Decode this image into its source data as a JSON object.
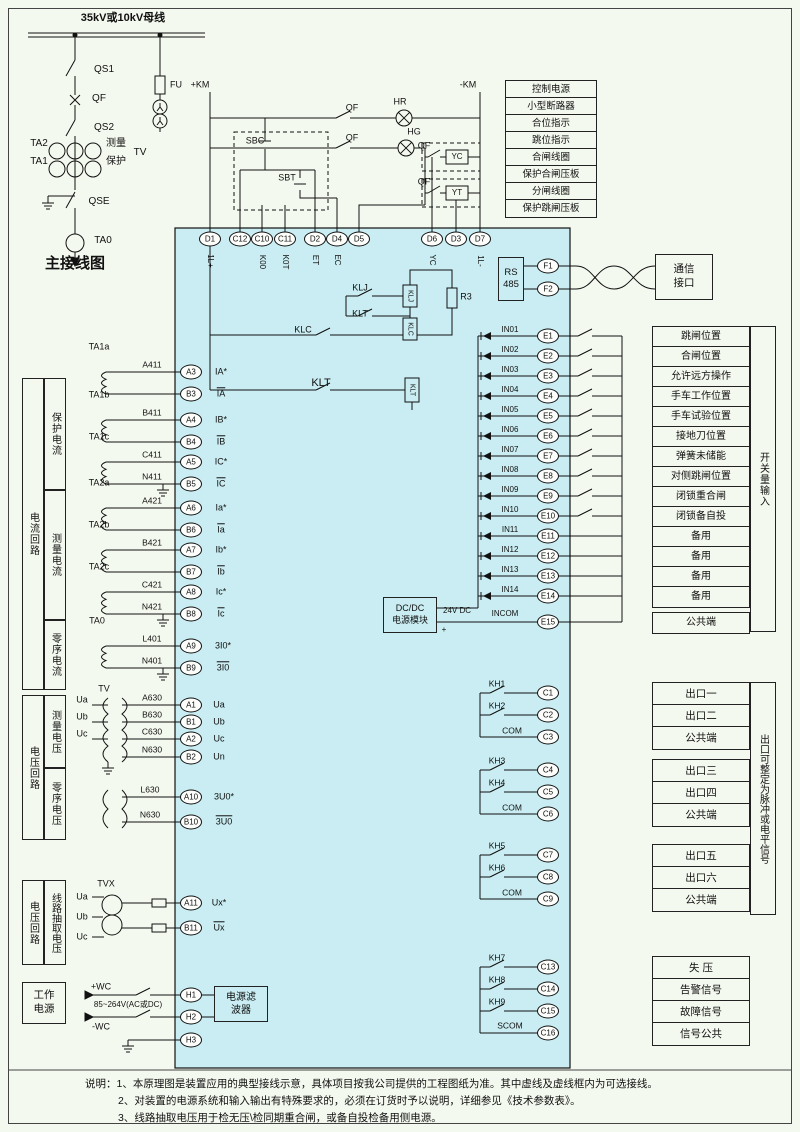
{
  "colors": {
    "page_bg": "#f4f9ef",
    "device_bg": "#c9edf2",
    "line": "#111111"
  },
  "main_diagram": {
    "bus": "35kV或10kV母线",
    "qs1": "QS1",
    "qf": "QF",
    "qs2": "QS2",
    "ta2": "TA2",
    "ta1": "TA1",
    "measure": "测量",
    "protect": "保护",
    "tv": "TV",
    "qse": "QSE",
    "ta0": "TA0",
    "title": "主接线图"
  },
  "control": {
    "fu": "FU",
    "km_plus": "+KM",
    "km_minus": "-KM",
    "qf_row1": "QF",
    "hr": "HR",
    "qf_row2": "QF",
    "hg": "HG",
    "sbc": "SBC",
    "sbt": "SBT",
    "qf_yc": "QF",
    "yc": "YC",
    "qf_yt": "QF",
    "yt": "YT",
    "terminals": {
      "d1": "D1",
      "c12": "C12",
      "c10": "C10",
      "c11": "C11",
      "d2": "D2",
      "d4": "D4",
      "d5": "D5",
      "d6": "D6",
      "d3": "D3",
      "d7": "D7"
    },
    "wire_marks": {
      "l1p": "1L+",
      "k00": "K00",
      "k0t": "K0T",
      "et": "ET",
      "ec": "EC",
      "yc": "YC",
      "l1m": "1L-"
    }
  },
  "legend_top": [
    "控制电源",
    "小型断路器",
    "合位指示",
    "跳位指示",
    "合闸线圈",
    "保护合闸压板",
    "分闸线圈",
    "保护跳闸压板"
  ],
  "comm": {
    "rs": "RS",
    "n485": "485",
    "f1": "F1",
    "f2": "F2",
    "label": "通信接口"
  },
  "relays": {
    "klj_c": "KLJ",
    "klj": "KLJ",
    "klt_c": "KLT",
    "klc": "KLC",
    "klc_c": "KLC",
    "klt_label": "KLT",
    "klt": "KLT",
    "r3": "R3"
  },
  "di": {
    "rows": [
      {
        "in": "IN01",
        "t": "E1",
        "label": "跳闸位置"
      },
      {
        "in": "IN02",
        "t": "E2",
        "label": "合闸位置"
      },
      {
        "in": "IN03",
        "t": "E3",
        "label": "允许远方操作"
      },
      {
        "in": "IN04",
        "t": "E4",
        "label": "手车工作位置"
      },
      {
        "in": "IN05",
        "t": "E5",
        "label": "手车试验位置"
      },
      {
        "in": "IN06",
        "t": "E6",
        "label": "接地刀位置"
      },
      {
        "in": "IN07",
        "t": "E7",
        "label": "弹簧未储能"
      },
      {
        "in": "IN08",
        "t": "E8",
        "label": "对侧跳闸位置"
      },
      {
        "in": "IN09",
        "t": "E9",
        "label": "闭锁重合闸"
      },
      {
        "in": "IN10",
        "t": "E10",
        "label": "闭锁备自投"
      },
      {
        "in": "IN11",
        "t": "E11",
        "label": "备用"
      },
      {
        "in": "IN12",
        "t": "E12",
        "label": "备用"
      },
      {
        "in": "IN13",
        "t": "E13",
        "label": "备用"
      },
      {
        "in": "IN14",
        "t": "E14",
        "label": "备用"
      }
    ],
    "incom": "INCOM",
    "e15": "E15",
    "common": "公共端",
    "side": "开关量输入",
    "m1": "DC/DC",
    "m2": "电源模块",
    "v24": "24V DC",
    "plus": "+"
  },
  "ct": {
    "group_outer": "电流回路",
    "g_prot": "保护电流",
    "g_meas": "测量电流",
    "g_zero": "零序电流",
    "rows": [
      {
        "ta": "TA1a",
        "w1": "A411",
        "w2": "",
        "t1": "A3",
        "t2": "B3",
        "s1": "IA*",
        "s2": "IA"
      },
      {
        "ta": "TA1b",
        "w1": "B411",
        "w2": "",
        "t1": "A4",
        "t2": "B4",
        "s1": "IB*",
        "s2": "IB"
      },
      {
        "ta": "TA1c",
        "w1": "C411",
        "w2": "N411",
        "t1": "A5",
        "t2": "B5",
        "s1": "IC*",
        "s2": "IC"
      },
      {
        "ta": "TA2a",
        "w1": "A421",
        "w2": "",
        "t1": "A6",
        "t2": "B6",
        "s1": "Ia*",
        "s2": "Ia"
      },
      {
        "ta": "TA2b",
        "w1": "B421",
        "w2": "",
        "t1": "A7",
        "t2": "B7",
        "s1": "Ib*",
        "s2": "Ib"
      },
      {
        "ta": "TA2c",
        "w1": "C421",
        "w2": "N421",
        "t1": "A8",
        "t2": "B8",
        "s1": "Ic*",
        "s2": "Ic"
      },
      {
        "ta": "TA0",
        "w1": "L401",
        "w2": "N401",
        "t1": "A9",
        "t2": "B9",
        "s1": "3I0*",
        "s2": "3I0"
      }
    ]
  },
  "vt": {
    "group_outer": "电压回路",
    "g_meas": "测量电压",
    "g_zero": "零序电压",
    "tv": "TV",
    "ua": "Ua",
    "ub": "Ub",
    "uc": "Uc",
    "rows": [
      {
        "w": "A630",
        "t": "A1",
        "s": "Ua"
      },
      {
        "w": "B630",
        "t": "B1",
        "s": "Ub"
      },
      {
        "w": "C630",
        "t": "A2",
        "s": "Uc"
      },
      {
        "w": "N630",
        "t": "B2",
        "s": "Un"
      }
    ],
    "zrows": [
      {
        "w": "L630",
        "t": "A10",
        "s": "3U0*"
      },
      {
        "w": "N630",
        "t": "B10",
        "s": "3U0"
      }
    ]
  },
  "lv": {
    "group_outer": "电压回路",
    "g": "线路抽取电压",
    "tvx": "TVX",
    "ua": "Ua",
    "ub": "Ub",
    "uc": "Uc",
    "rows": [
      {
        "t": "A11",
        "s": "Ux*"
      },
      {
        "t": "B11",
        "s": "Ux"
      }
    ]
  },
  "pw": {
    "group": "工作电源",
    "wc_p": "+WC",
    "range": "85~264V(AC或DC)",
    "wc_m": "-WC",
    "h1": "H1",
    "h2": "H2",
    "h3": "H3",
    "filter": "电源滤波器"
  },
  "out": {
    "g1": {
      "rows": [
        {
          "k": "KH1",
          "t": "C1",
          "label": "出口一"
        },
        {
          "k": "KH2",
          "t": "C2",
          "label": "出口二"
        },
        {
          "k": "COM",
          "t": "C3",
          "label": "公共端"
        }
      ]
    },
    "g2": {
      "rows": [
        {
          "k": "KH3",
          "t": "C4",
          "label": "出口三"
        },
        {
          "k": "KH4",
          "t": "C5",
          "label": "出口四"
        },
        {
          "k": "COM",
          "t": "C6",
          "label": "公共端"
        }
      ]
    },
    "g3": {
      "rows": [
        {
          "k": "KH5",
          "t": "C7",
          "label": "出口五"
        },
        {
          "k": "KH6",
          "t": "C8",
          "label": "出口六"
        },
        {
          "k": "COM",
          "t": "C9",
          "label": "公共端"
        }
      ]
    },
    "side": "出口可整定为脉冲或电平信号",
    "g4": {
      "rows": [
        {
          "k": "KH7",
          "t": "C13",
          "label": "失  压"
        },
        {
          "k": "KH8",
          "t": "C14",
          "label": "告警信号"
        },
        {
          "k": "KH9",
          "t": "C15",
          "label": "故障信号"
        },
        {
          "k": "SCOM",
          "t": "C16",
          "label": "信号公共"
        }
      ]
    }
  },
  "notes": {
    "l1": "说明：1、本原理图是装置应用的典型接线示意，具体项目按我公司提供的工程图纸为准。其中虚线及虚线框内为可选接线。",
    "l2": "2、对装置的电源系统和输入输出有特殊要求的，必须在订货时予以说明，详细参见《技术参数表》。",
    "l3": "3、线路抽取电压用于检无压\\检同期重合闸，或备自投检备用侧电源。"
  }
}
